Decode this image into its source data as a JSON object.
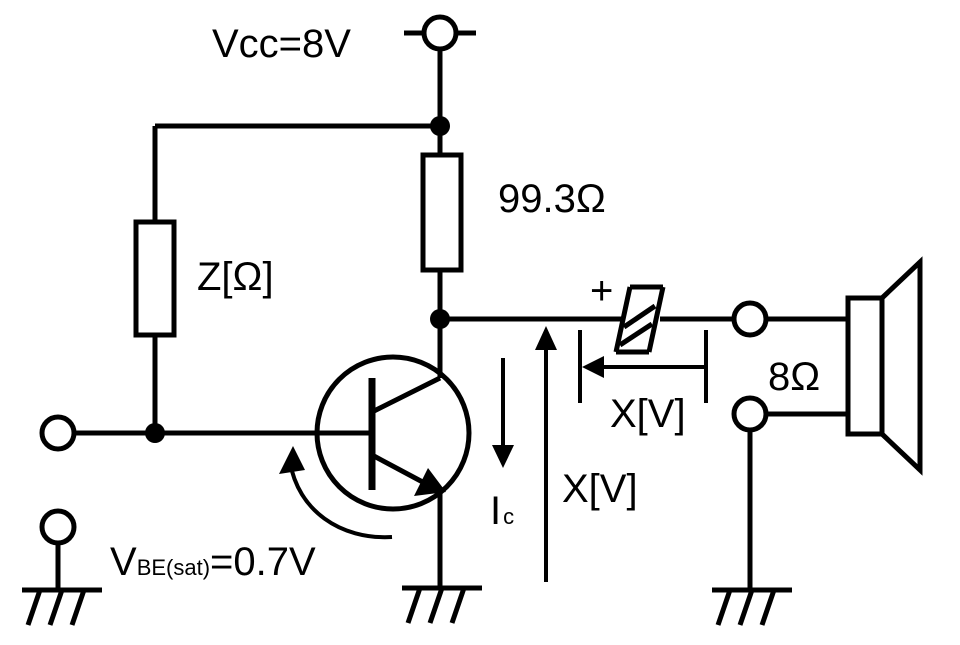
{
  "labels": {
    "vcc": "Vcc=8V",
    "r_collector": "99.3Ω",
    "z_resistor": "Z[Ω]",
    "speaker_impedance": "8Ω",
    "cap_polarity": "+",
    "x_voltage_cap": "X[V]",
    "x_voltage_ce": "X[V]",
    "ic_symbol": "I",
    "ic_subscript": "c",
    "vbe_v": "V",
    "vbe_subscript": "BE(sat)",
    "vbe_value": "=0.7V"
  },
  "colors": {
    "stroke": "#000000",
    "background": "#ffffff"
  }
}
